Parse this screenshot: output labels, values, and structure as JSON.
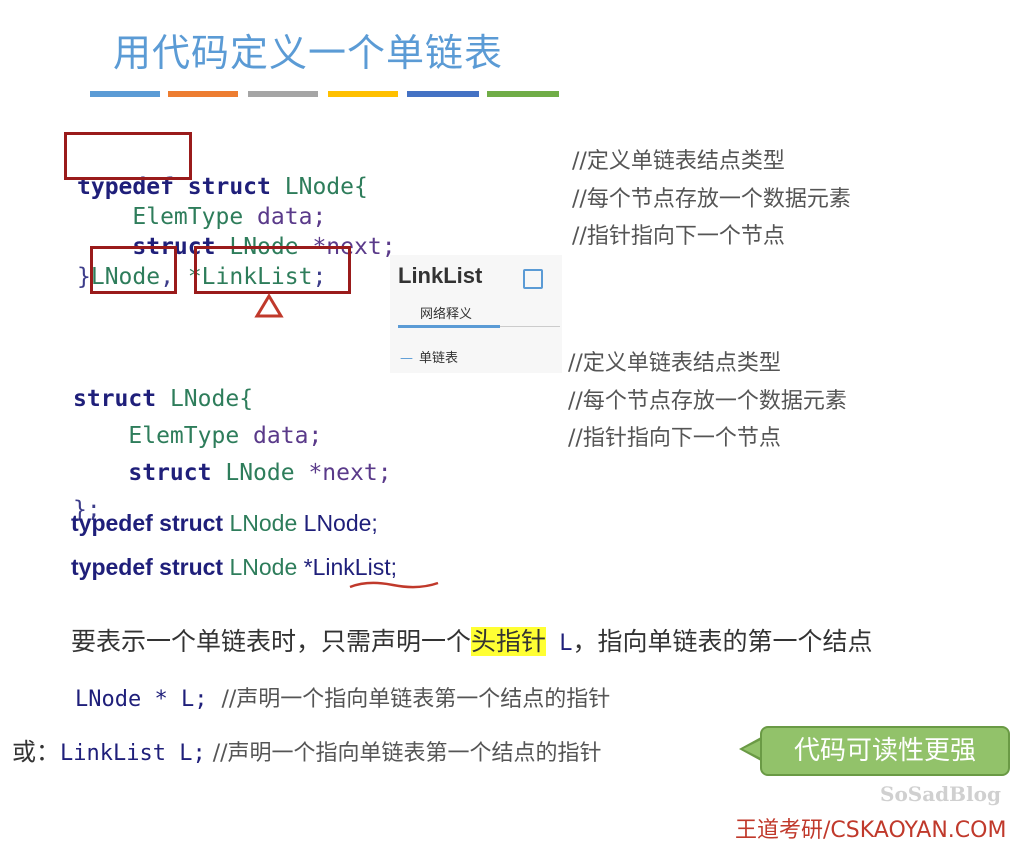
{
  "title": "用代码定义一个单链表",
  "color_bars": [
    {
      "color": "#5b9bd5"
    },
    {
      "color": "#ed7d31"
    },
    {
      "color": "#a5a5a5"
    },
    {
      "color": "#ffc000"
    },
    {
      "color": "#4472c4"
    },
    {
      "color": "#70ad47"
    }
  ],
  "block1": {
    "l1_typedef": "typedef",
    "l1_struct": "struct",
    "l1_name": "LNode{",
    "l2_type": "ElemType",
    "l2_var": "data;",
    "l3_struct": "struct",
    "l3_type": "LNode",
    "l3_var": "*next;",
    "l4_brace": "}",
    "l4_lnode": "LNode",
    "l4_comma": ",",
    "l4_linklist": "*LinkList",
    "l4_semi": ";",
    "c1": "//定义单链表结点类型",
    "c2": "//每个节点存放一个数据元素",
    "c3": "//指针指向下一个节点"
  },
  "popup": {
    "title": "LinkList",
    "tab": "网络释义",
    "item": "单链表",
    "dash": "—"
  },
  "block2": {
    "l1_struct": "struct",
    "l1_name": "LNode{",
    "l2_type": "ElemType",
    "l2_var": "data;",
    "l3_struct": "struct",
    "l3_type": "LNode",
    "l3_var": "*next;",
    "l4": "};",
    "c1": "//定义单链表结点类型",
    "c2": "//每个节点存放一个数据元素",
    "c3": "//指针指向下一个节点"
  },
  "typedefs": {
    "t1_kw": "typedef struct",
    "t1_a": "LNode",
    "t1_b": "LNode;",
    "t2_kw": "typedef struct",
    "t2_a": "LNode",
    "t2_star": "*",
    "t2_b": "LinkList",
    "t2_semi": ";"
  },
  "paragraph": {
    "pre": "要表示一个单链表时，只需声明一个",
    "highlight": "头指针",
    "var": " L",
    "post": "，指向单链表的第一个结点"
  },
  "decl1": {
    "code": "LNode * L;",
    "comment": "//声明一个指向单链表第一个结点的指针"
  },
  "decl2": {
    "prefix": "或：",
    "code": "LinkList L;",
    "comment": "//声明一个指向单链表第一个结点的指针"
  },
  "callout": "代码可读性更强",
  "watermark": "SoSadBlog",
  "bottom_text": "王道考研/CSKAOYAN.COM"
}
